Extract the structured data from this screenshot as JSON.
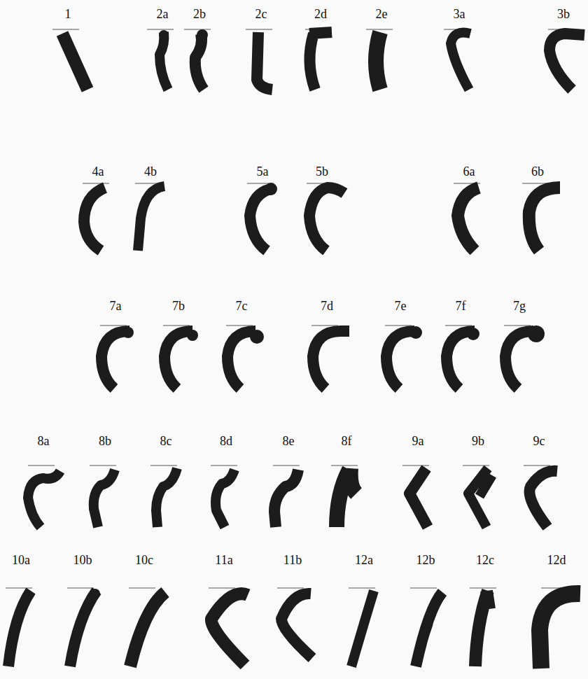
{
  "diagram": {
    "labels": [
      "1",
      "2a",
      "2b",
      "2c",
      "2d",
      "2e",
      "3a",
      "3b",
      "4a",
      "4b",
      "5a",
      "5b",
      "6a",
      "6b",
      "7a",
      "7b",
      "7c",
      "7d",
      "7e",
      "7f",
      "7g",
      "8a",
      "8b",
      "8c",
      "8d",
      "8e",
      "8f",
      "9a",
      "9b",
      "9c",
      "10a",
      "10b",
      "10c",
      "11a",
      "11b",
      "12a",
      "12b",
      "12c",
      "12d"
    ]
  }
}
